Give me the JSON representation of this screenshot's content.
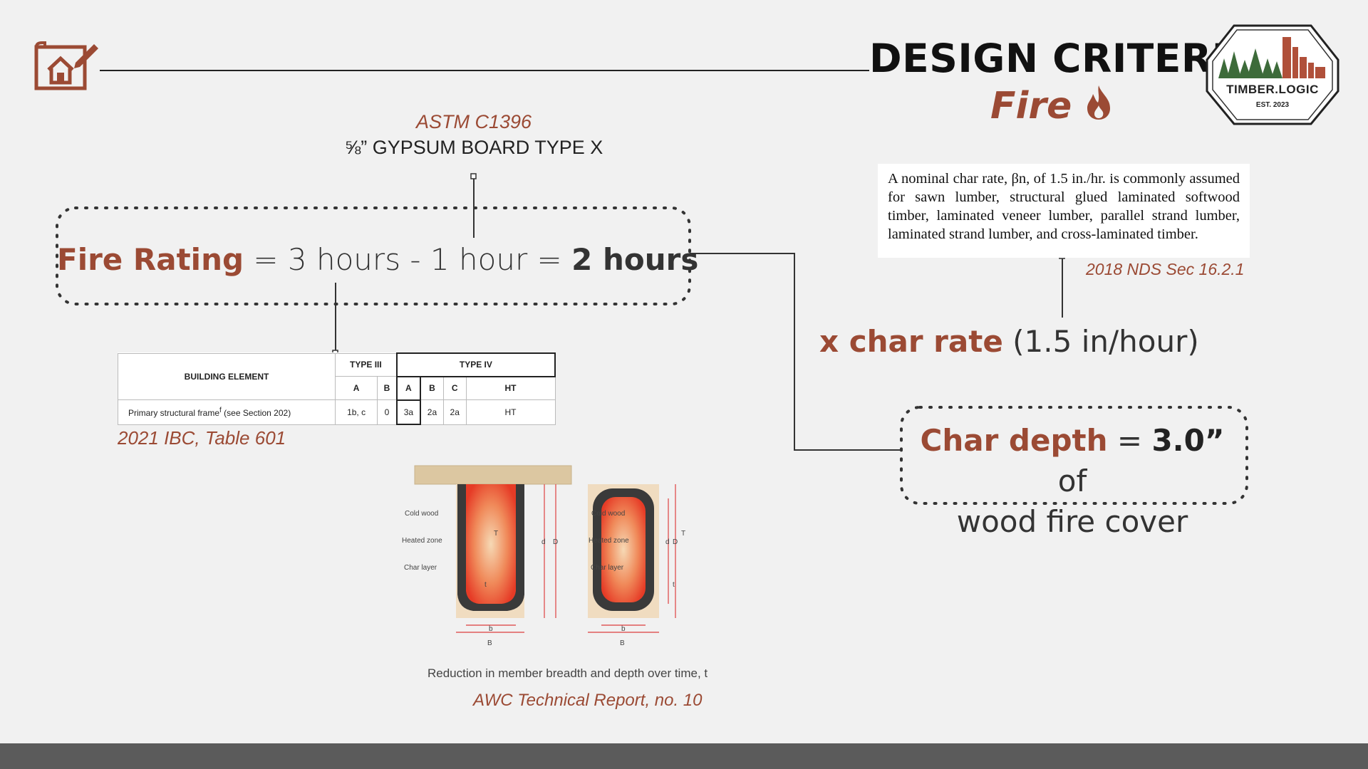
{
  "header": {
    "title": "DESIGN CRITERIA",
    "subtitle": "Fire"
  },
  "logo": {
    "name": "TIMBER.LOGIC",
    "est": "EST. 2023"
  },
  "gypsum": {
    "standard": "ASTM C1396",
    "label": "⅝” GYPSUM BOARD TYPE X"
  },
  "formula": {
    "label": "Fire Rating",
    "expression": " = 3 hours - 1 hour = ",
    "result": "2 hours"
  },
  "char_rate": {
    "label": "x char rate",
    "value": " (1.5 in/hour)"
  },
  "char_depth": {
    "label": "Char depth",
    "eq": " = ",
    "value": "3.0”",
    "suffix": " of",
    "line2": "wood fire cover"
  },
  "nds": {
    "quote": "A nominal char rate, βn, of 1.5 in./hr. is commonly assumed for sawn lumber, structural glued laminated softwood timber, laminated veneer lumber, parallel strand lumber, laminated strand lumber, and cross-laminated timber.",
    "citation": "2018 NDS Sec 16.2.1"
  },
  "ibc": {
    "header_element": "BUILDING ELEMENT",
    "type3": "TYPE III",
    "type4": "TYPE IV",
    "sub": [
      "A",
      "B",
      "A",
      "B",
      "C",
      "HT"
    ],
    "row_label": "Primary structural frame",
    "row_sup": "f",
    "row_ref": " (see Section 202)",
    "row_values": [
      "1b, c",
      "0",
      "3a",
      "2a",
      "2a",
      "HT"
    ],
    "citation": "2021 IBC, Table 601"
  },
  "figure": {
    "labels": [
      "Cold wood",
      "Heated zone",
      "Char layer"
    ],
    "dims": [
      "T",
      "t",
      "d",
      "D",
      "b",
      "B"
    ],
    "caption": "Reduction in member breadth and depth over time, t",
    "citation": "AWC Technical Report, no. 10"
  },
  "colors": {
    "accent": "#9b4a34",
    "background": "#f1f1f1",
    "footer": "#5b5b5b"
  }
}
